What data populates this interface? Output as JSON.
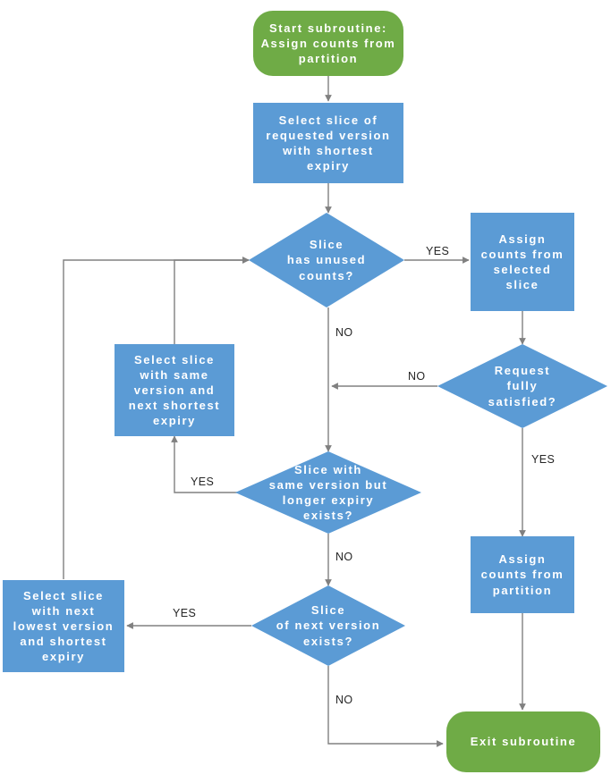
{
  "diagram": {
    "title": "Assign counts from partition subroutine flowchart",
    "colors": {
      "process_fill": "#5B9BD5",
      "terminator_fill": "#6FAB46",
      "edge_stroke": "#808080",
      "node_text": "#FFFFFF",
      "edge_label_text": "#262626",
      "background": "#FFFFFF"
    },
    "nodes": [
      {
        "id": "start",
        "type": "terminator",
        "text": "Start subroutine:\nAssign counts from\npartition"
      },
      {
        "id": "select-requested",
        "type": "process",
        "text": "Select slice of\nrequested version\nwith shortest\nexpiry"
      },
      {
        "id": "has-unused",
        "type": "decision",
        "text": "Slice\nhas unused\ncounts?"
      },
      {
        "id": "assign-selected",
        "type": "process",
        "text": "Assign\ncounts from\nselected\nslice"
      },
      {
        "id": "request-satisfied",
        "type": "decision",
        "text": "Request\nfully\nsatisfied?"
      },
      {
        "id": "select-same-version",
        "type": "process",
        "text": "Select slice\nwith same\nversion and\nnext shortest\nexpiry"
      },
      {
        "id": "same-version-longer",
        "type": "decision",
        "text": "Slice with\nsame version but\nlonger expiry\nexists?"
      },
      {
        "id": "select-next-lowest",
        "type": "process",
        "text": "Select slice\nwith next\nlowest version\nand shortest\nexpiry"
      },
      {
        "id": "next-version-exists",
        "type": "decision",
        "text": "Slice\nof next version\nexists?"
      },
      {
        "id": "assign-partition",
        "type": "process",
        "text": "Assign\ncounts from\npartition"
      },
      {
        "id": "exit",
        "type": "terminator",
        "text": "Exit subroutine"
      }
    ],
    "edge_labels": [
      {
        "id": "yes-has-unused",
        "text": "YES"
      },
      {
        "id": "no-has-unused",
        "text": "NO"
      },
      {
        "id": "no-request-satisfied",
        "text": "NO"
      },
      {
        "id": "yes-request-satisfied",
        "text": "YES"
      },
      {
        "id": "yes-same-version-longer",
        "text": "YES"
      },
      {
        "id": "no-same-version-longer",
        "text": "NO"
      },
      {
        "id": "yes-next-version-exists",
        "text": "YES"
      },
      {
        "id": "no-next-version-exists",
        "text": "NO"
      }
    ]
  }
}
